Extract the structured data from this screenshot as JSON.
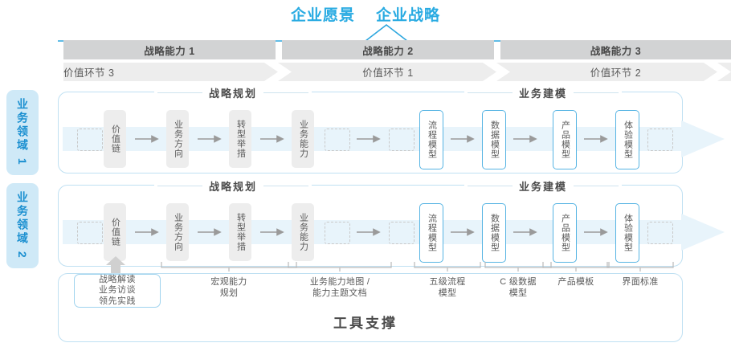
{
  "header": {
    "titles": [
      "企业愿景",
      "企业战略"
    ],
    "accent_color": "#29ABE2"
  },
  "capabilities": [
    {
      "label": "战略能力 1"
    },
    {
      "label": "战略能力 2"
    },
    {
      "label": "战略能力 3"
    }
  ],
  "value_chain": [
    {
      "label": "价值环节 1"
    },
    {
      "label": "价值环节 2"
    },
    {
      "label": "价值环节 3"
    }
  ],
  "domains": [
    {
      "side_label": "业务领域 1",
      "sections": [
        {
          "label": "战略规划"
        },
        {
          "label": "业务建模"
        }
      ],
      "steps": [
        {
          "label": "价值链",
          "style": "gray"
        },
        {
          "label": "业务方向",
          "style": "gray"
        },
        {
          "label": "转型举措",
          "style": "gray"
        },
        {
          "label": "业务能力",
          "style": "gray"
        },
        {
          "label": "流程模型",
          "style": "blue"
        },
        {
          "label": "数据模型",
          "style": "blue"
        },
        {
          "label": "产品模型",
          "style": "blue"
        },
        {
          "label": "体验模型",
          "style": "blue"
        }
      ]
    },
    {
      "side_label": "业务领域 2",
      "sections": [
        {
          "label": "战略规划"
        },
        {
          "label": "业务建模"
        }
      ],
      "steps": [
        {
          "label": "价值链",
          "style": "gray"
        },
        {
          "label": "业务方向",
          "style": "gray"
        },
        {
          "label": "转型举措",
          "style": "gray"
        },
        {
          "label": "业务能力",
          "style": "gray"
        },
        {
          "label": "流程模型",
          "style": "blue"
        },
        {
          "label": "数据模型",
          "style": "blue"
        },
        {
          "label": "产品模型",
          "style": "blue"
        },
        {
          "label": "体验模型",
          "style": "blue"
        }
      ]
    }
  ],
  "tools": {
    "title": "工具支撑",
    "highlight_box": "战略解读\n业务访谈\n领先实践",
    "items": [
      {
        "label": "宏观能力\n规划"
      },
      {
        "label": "业务能力地图 /\n能力主题文档"
      },
      {
        "label": "五级流程\n模型"
      },
      {
        "label": "C 级数据\n模型"
      },
      {
        "label": "产品模板"
      },
      {
        "label": "界面标准"
      }
    ]
  },
  "colors": {
    "accent": "#29ABE2",
    "band_border": "#bfe0f2",
    "band_fill": "#e8f4fb",
    "cap_bar": "#d2d3d4",
    "vc_bar": "#ededed",
    "card_gray": "#ededed",
    "card_blue_border": "#56b4e3",
    "chip": "#cfe9f7",
    "text_dark": "#4a4a4a",
    "text_mid": "#5a5a5a"
  }
}
